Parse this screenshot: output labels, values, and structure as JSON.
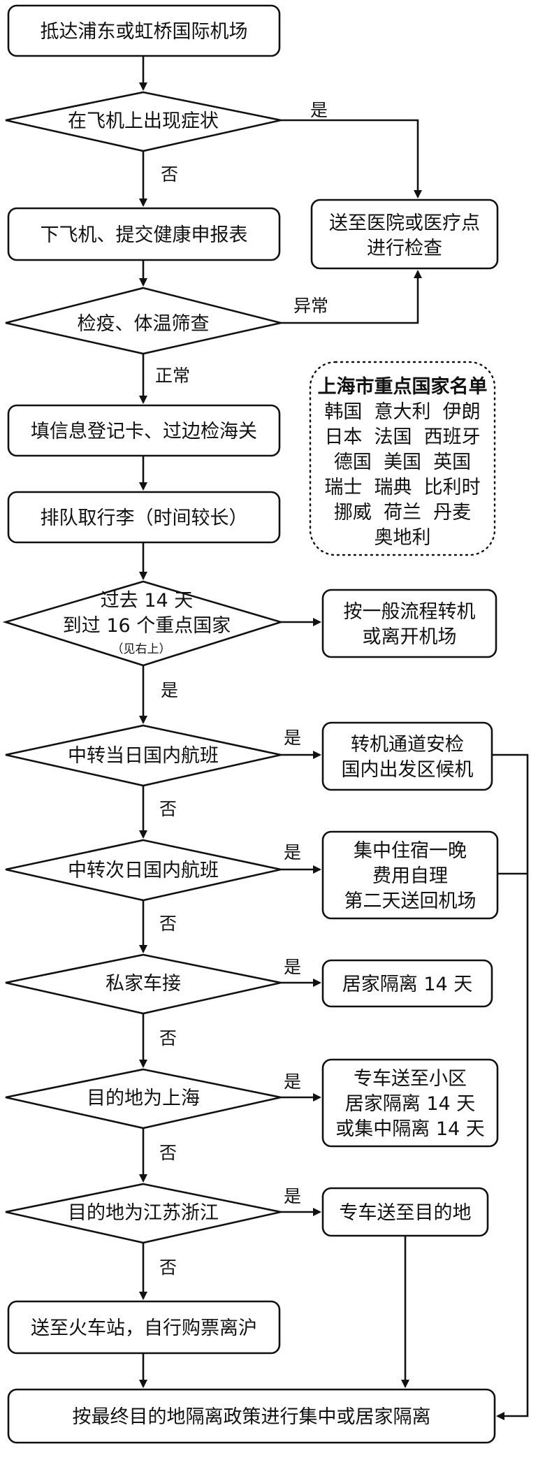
{
  "nodes": {
    "arrive": "抵达浦东或虹桥国际机场",
    "symptoms": "在飞机上出现症状",
    "hospital_1": "送至医院或医疗点",
    "hospital_2": "进行检查",
    "deplane": "下飞机、提交健康申报表",
    "quarantine_check": "检疫、体温筛查",
    "fill_card": "填信息登记卡、过边检海关",
    "baggage": "排队取行李（时间较长）",
    "visited_1": "过去 14 天",
    "visited_2": "到过 16 个重点国家",
    "visited_3": "（见右上）",
    "normal_transfer_1": "按一般流程转机",
    "normal_transfer_2": "或离开机场",
    "same_day": "中转当日国内航班",
    "transfer_security_1": "转机通道安检",
    "transfer_security_2": "国内出发区候机",
    "next_day": "中转次日国内航班",
    "overnight_1": "集中住宿一晚",
    "overnight_2": "费用自理",
    "overnight_3": "第二天送回机场",
    "private_car": "私家车接",
    "home_isolation": "居家隔离 14 天",
    "dest_shanghai": "目的地为上海",
    "shuttle_community_1": "专车送至小区",
    "shuttle_community_2": "居家隔离 14 天",
    "shuttle_community_3": "或集中隔离 14 天",
    "dest_jzz": "目的地为江苏浙江",
    "shuttle_dest": "专车送至目的地",
    "train_station": "送至火车站，自行购票离沪",
    "final": "按最终目的地隔离政策进行集中或居家隔离"
  },
  "edge_labels": {
    "yes": "是",
    "no": "否",
    "abnormal": "异常",
    "normal": "正常"
  },
  "country_list": {
    "title": "上海市重点国家名单",
    "rows": [
      "韩国  意大利  伊朗",
      "日本  法国  西班牙",
      "德国  美国  英国",
      "瑞士  瑞典  比利时",
      "挪威  荷兰  丹麦",
      "奥地利"
    ]
  }
}
